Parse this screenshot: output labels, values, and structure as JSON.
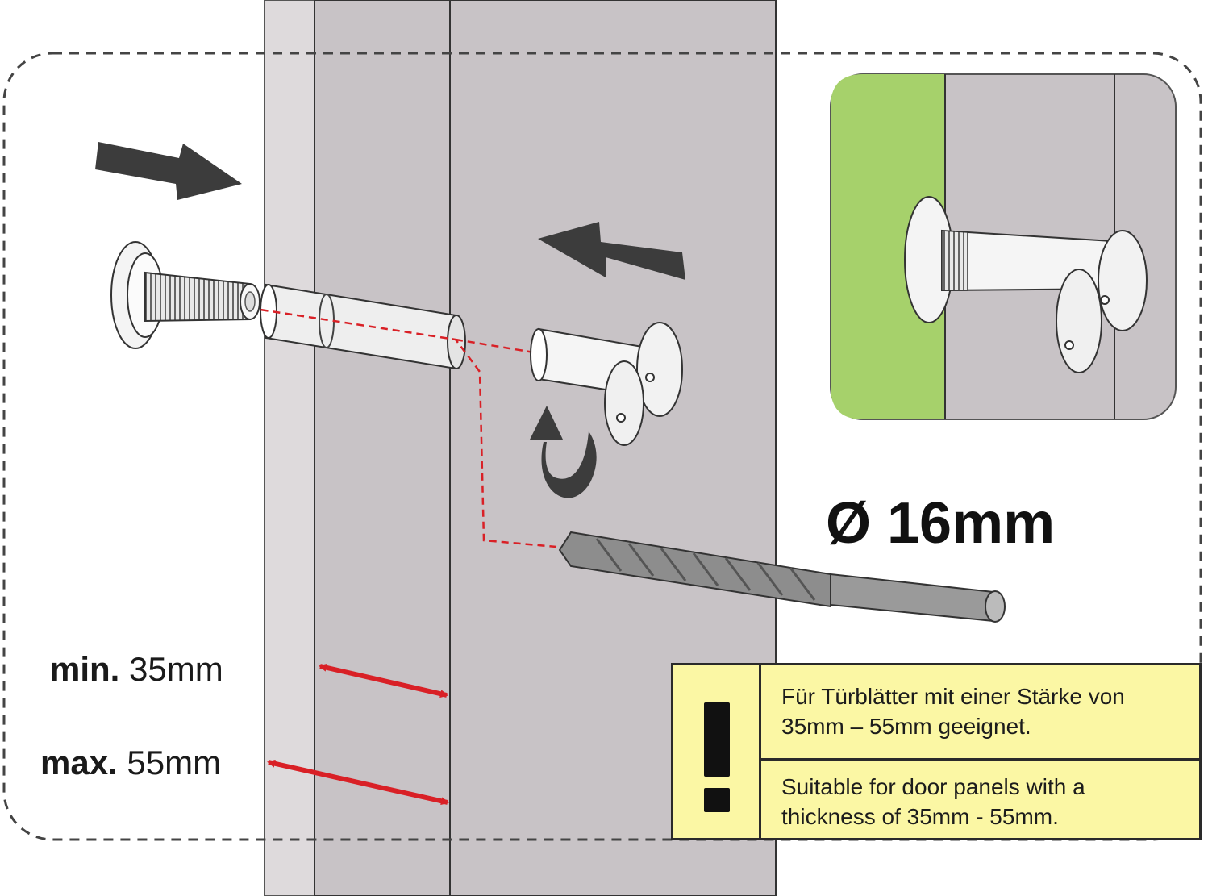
{
  "dimensions": {
    "min": {
      "prefix": "min.",
      "value": "35mm"
    },
    "max": {
      "prefix": "max.",
      "value": "55mm"
    }
  },
  "drill": {
    "label": "Ø 16mm"
  },
  "note": {
    "icon": "exclamation-icon",
    "german_line1": "Für Türblätter mit einer Stärke von",
    "german_line2": "35mm – 55mm geeignet.",
    "english_line1": "Suitable for door panels with a",
    "english_line2": "thickness of 35mm - 55mm."
  },
  "colors": {
    "door_face": "#c8c3c6",
    "door_edge": "#dedadc",
    "inset_green": "#a6d16b",
    "note_background": "#fbf7a4",
    "dimension_arrow": "#d92026",
    "drill_path": "#d92026",
    "motion_arrow": "#3c3c3c"
  }
}
